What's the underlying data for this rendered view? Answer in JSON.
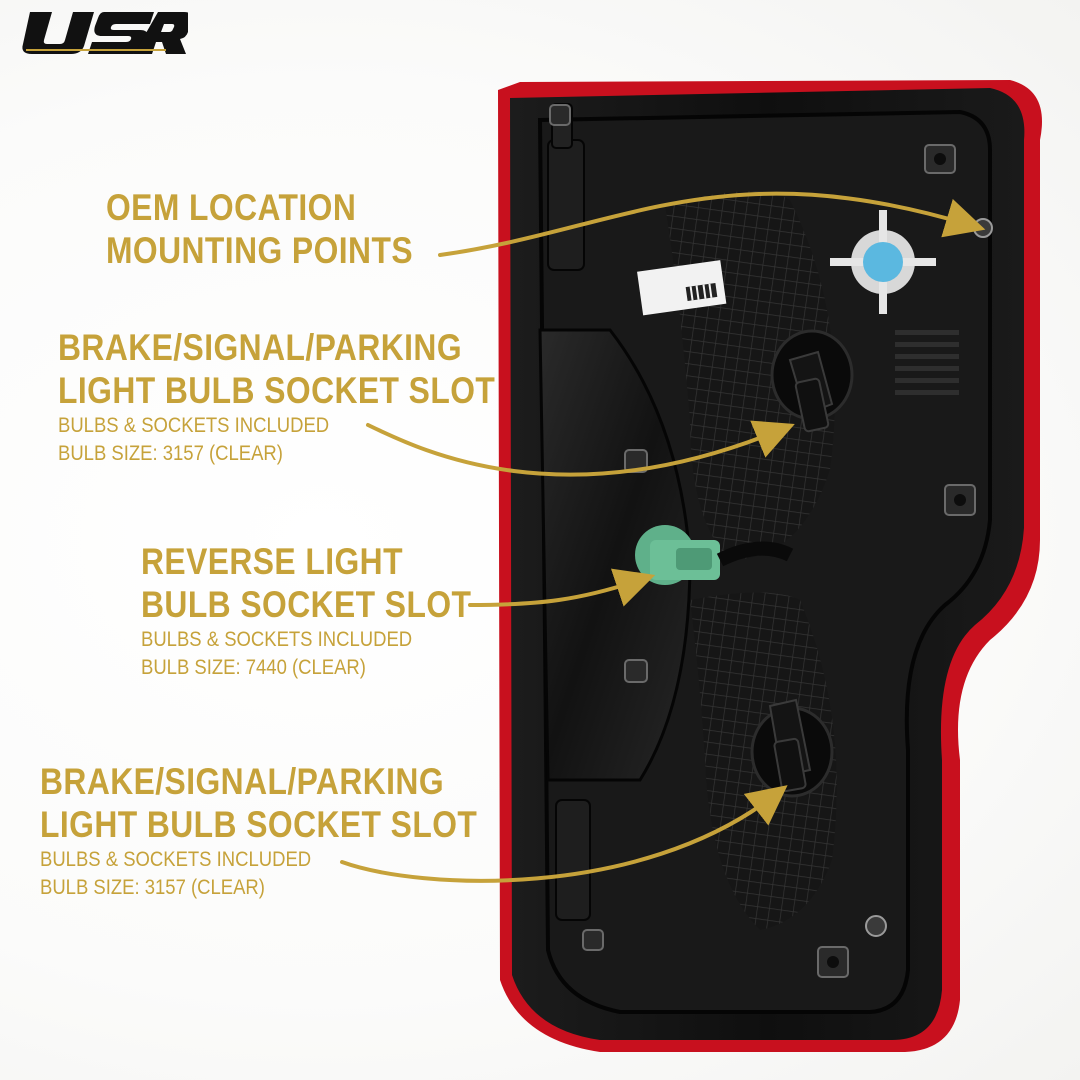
{
  "brand": {
    "logo_text": "USR"
  },
  "colors": {
    "accent_gold": "#c6a23a",
    "housing_black": "#141414",
    "lens_red": "#c8101e",
    "socket_green": "#5fb08a",
    "vent_blue": "#5bb8e0"
  },
  "callouts": [
    {
      "title_lines": [
        "OEM LOCATION",
        "MOUNTING POINTS"
      ],
      "details": []
    },
    {
      "title_lines": [
        "BRAKE/SIGNAL/PARKING",
        "LIGHT BULB SOCKET SLOT"
      ],
      "details": [
        "BULBS & SOCKETS INCLUDED",
        "BULB SIZE: 3157 (CLEAR)"
      ]
    },
    {
      "title_lines": [
        "REVERSE LIGHT",
        "BULB SOCKET SLOT"
      ],
      "details": [
        "BULBS & SOCKETS INCLUDED",
        "BULB SIZE: 7440 (CLEAR)"
      ]
    },
    {
      "title_lines": [
        "BRAKE/SIGNAL/PARKING",
        "LIGHT BULB SOCKET SLOT"
      ],
      "details": [
        "BULBS & SOCKETS INCLUDED",
        "BULB SIZE: 3157 (CLEAR)"
      ]
    }
  ]
}
